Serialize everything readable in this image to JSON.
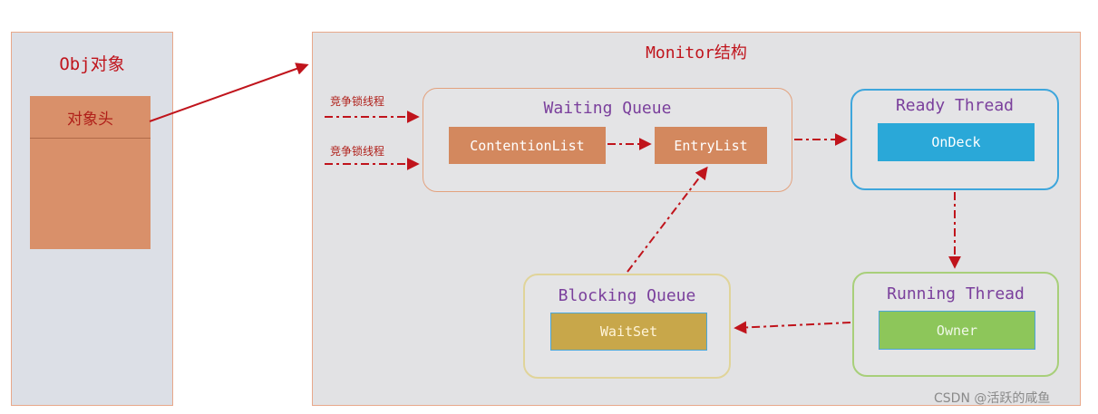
{
  "obj": {
    "title": "Obj对象",
    "header_label": "对象头"
  },
  "monitor": {
    "title": "Monitor结构"
  },
  "waiting_queue": {
    "title": "Waiting Queue",
    "contention_list": "ContentionList",
    "entry_list": "EntryList"
  },
  "ready_thread": {
    "title": "Ready Thread",
    "on_deck": "OnDeck"
  },
  "running_thread": {
    "title": "Running Thread",
    "owner": "Owner"
  },
  "blocking_queue": {
    "title": "Blocking Queue",
    "wait_set": "WaitSet"
  },
  "incoming_threads": [
    "竞争锁线程",
    "竞争锁线程"
  ],
  "watermark": "CSDN @活跃的咸鱼",
  "colors": {
    "arrow_red": "#c0141c",
    "group_title_purple": "#7a3f9c",
    "orange_box": "#d3885e",
    "blue_box": "#2aa8d8",
    "olive_box": "#c8a74a",
    "green_box": "#8dc65a"
  }
}
